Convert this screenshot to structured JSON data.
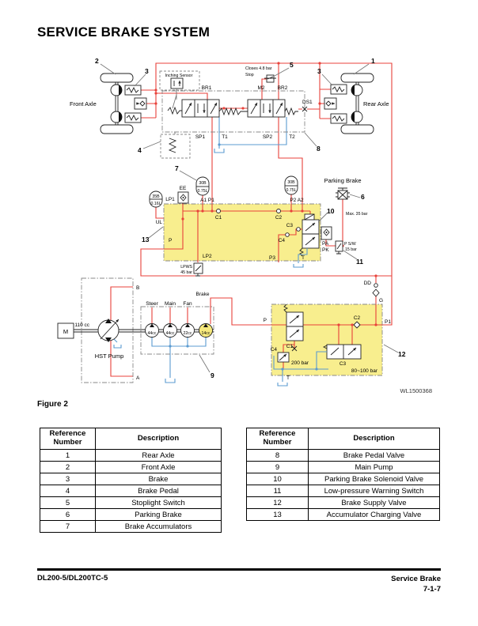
{
  "page": {
    "title": "SERVICE BRAKE SYSTEM",
    "figure_caption": "Figure 2",
    "figure_code": "WL1500368",
    "footer": {
      "model": "DL200-5/DL200TC-5",
      "section": "Service Brake",
      "page_number": "7-1-7"
    }
  },
  "diagram": {
    "labels": {
      "front_axle": "Front Axle",
      "rear_axle": "Rear Axle",
      "inching_sensor": "Inching Sensor",
      "closes_note": "Closes 4.8 bar",
      "stop_note": "Stop",
      "parking_brake": "Parking Brake",
      "max_bar": "Max. 35 bar",
      "psw_line1": "P S/W",
      "psw_line2": "15 bar",
      "lpws_line1": "LPWS",
      "lpws_line2": "45 bar",
      "hst_pump": "HST Pump",
      "motor": "M",
      "main_disp": "110 cc",
      "steer": "Steer",
      "main": "Main",
      "fan": "Fan",
      "brake": "Brake",
      "disp_steer": "44cc",
      "disp_main": "44cc",
      "disp_fan": "22cc",
      "disp_brake": "14cc",
      "bar_200": "200 bar",
      "bar_80_100": "80~100 bar"
    },
    "ports": {
      "br1": "BR1",
      "m2": "M2",
      "br2": "BR2",
      "ds1": "DS1",
      "sp1": "SP1",
      "t1": "T1",
      "sp2": "SP2",
      "t2": "T2",
      "ee": "EE",
      "lp1": "LP1",
      "a1_p1": "A1 P1",
      "p2_a2": "P2 A2",
      "ul": "UL",
      "p": "P",
      "lp2": "LP2",
      "p3": "P3",
      "t": "T",
      "pa": "PA",
      "pk": "PK",
      "c1": "C1",
      "c2": "C2",
      "c3": "C3",
      "c4": "C4",
      "b": "B",
      "a": "A",
      "dd": "DD",
      "g": "G",
      "p1": "P1"
    },
    "accumulators": {
      "small_cap": "35B",
      "small_vol": "0.16L",
      "left_cap": "30B",
      "left_vol": "0.75L",
      "right_cap": "30B",
      "right_vol": "0.75L"
    },
    "callouts": {
      "n1": "1",
      "n2": "2",
      "n3a": "3",
      "n3b": "3",
      "n4": "4",
      "n5": "5",
      "n6": "6",
      "n7": "7",
      "n8": "8",
      "n9": "9",
      "n10": "10",
      "n11": "11",
      "n12": "12",
      "n13": "13"
    },
    "colors": {
      "pressure_line": "#e8423b",
      "return_line": "#5b9bd0",
      "valve_block_fill": "#f8ee8e",
      "brake_pump_highlight": "#f6e97d"
    }
  },
  "tables": {
    "left": {
      "headers": [
        "Reference Number",
        "Description"
      ],
      "rows": [
        [
          "1",
          "Rear Axle"
        ],
        [
          "2",
          "Front Axle"
        ],
        [
          "3",
          "Brake"
        ],
        [
          "4",
          "Brake Pedal"
        ],
        [
          "5",
          "Stoplight Switch"
        ],
        [
          "6",
          "Parking Brake"
        ],
        [
          "7",
          "Brake Accumulators"
        ]
      ]
    },
    "right": {
      "headers": [
        "Reference Number",
        "Description"
      ],
      "rows": [
        [
          "8",
          "Brake Pedal Valve"
        ],
        [
          "9",
          "Main Pump"
        ],
        [
          "10",
          "Parking Brake Solenoid Valve"
        ],
        [
          "11",
          "Low-pressure Warning Switch"
        ],
        [
          "12",
          "Brake Supply Valve"
        ],
        [
          "13",
          "Accumulator Charging Valve"
        ]
      ]
    }
  }
}
